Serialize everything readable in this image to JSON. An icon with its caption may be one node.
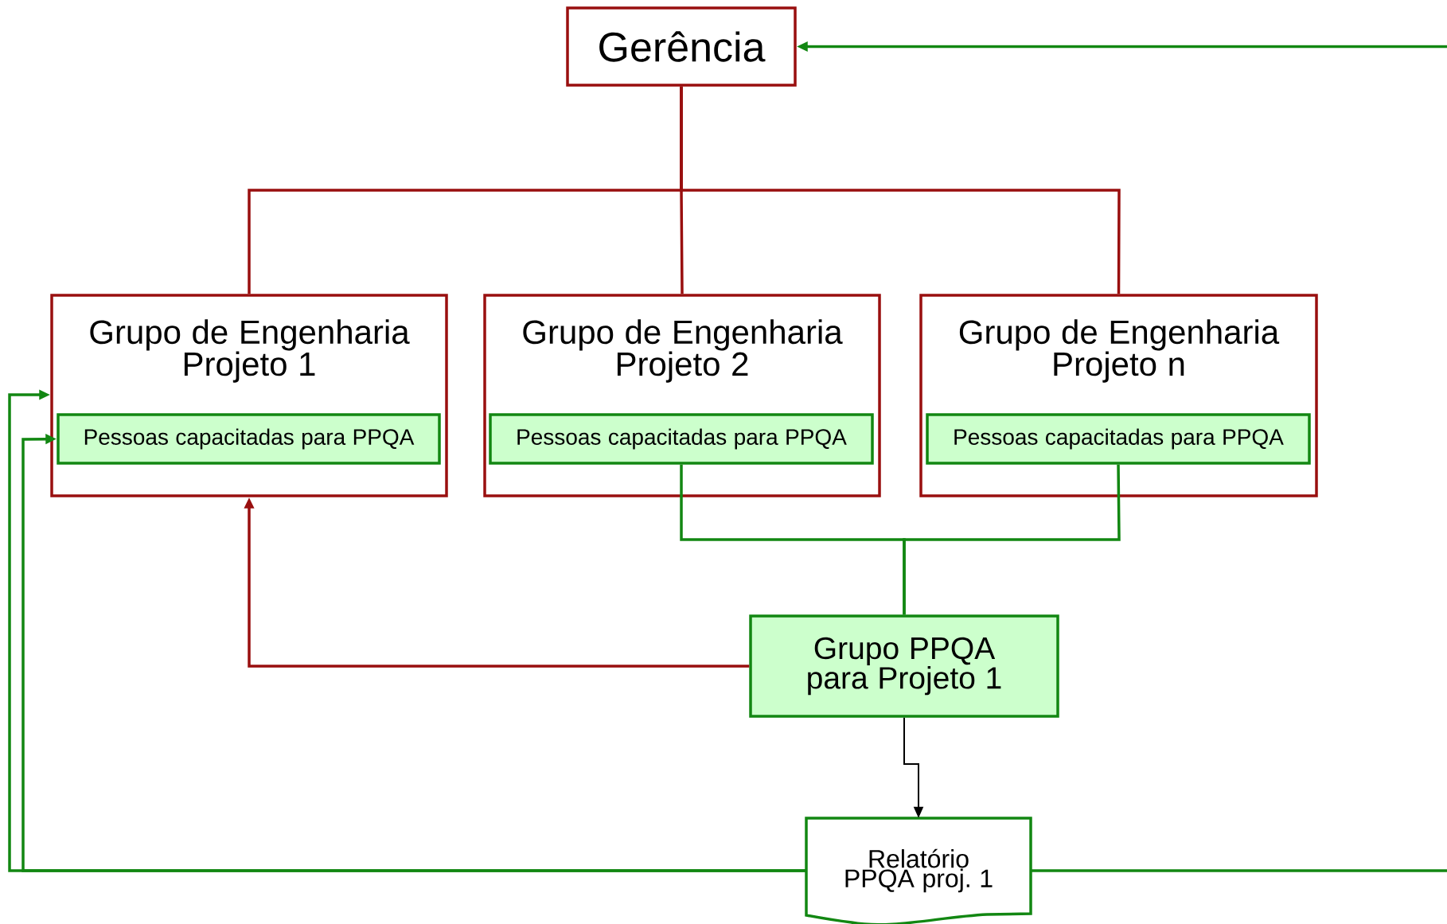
{
  "diagram": {
    "nodes": [
      {
        "text": [
          "Gerência"
        ]
      },
      {
        "text": [
          "Grupo de Engenharia Projeto 1"
        ]
      },
      {
        "text": [
          "Pessoas capacitadas para PPQA"
        ],
        "in": 1
      },
      {
        "text": [
          "Grupo de Engenharia Projeto 2"
        ]
      },
      {
        "text": [
          "Pessoas capacitadas para PPQA"
        ],
        "in": 3
      },
      {
        "text": [
          "Grupo de Engenharia Projeto n"
        ]
      },
      {
        "text": [
          "Pessoas capacitadas para PPQA"
        ],
        "in": 5
      },
      {
        "text": [
          "Grupo PPQA para Projeto 1"
        ]
      },
      {
        "text": [
          "Relatório PPQA proj. 1"
        ]
      }
    ],
    "edges": [
      {
        "from": 0,
        "to": 1,
        "arrow": "none",
        "color": "#990f0f"
      },
      {
        "from": 0,
        "to": 3,
        "arrow": "none",
        "color": "#990f0f"
      },
      {
        "from": 0,
        "to": 5,
        "arrow": "none",
        "color": "#990f0f"
      },
      {
        "from": 4,
        "to": 7,
        "arrow": "none",
        "color": "#128712"
      },
      {
        "from": 6,
        "to": 7,
        "arrow": "none",
        "color": "#128712"
      },
      {
        "from": 7,
        "to": 1,
        "arrow": "to",
        "color": "#990f0f"
      },
      {
        "from": 7,
        "to": 8,
        "arrow": "to",
        "color": "#000000"
      },
      {
        "from": 8,
        "to": 1,
        "arrow": "to",
        "color": "#128712"
      },
      {
        "from": 8,
        "to": 2,
        "arrow": "to",
        "color": "#128712"
      },
      {
        "from": 8,
        "to": 0,
        "arrow": "to",
        "color": "#128712"
      }
    ]
  }
}
